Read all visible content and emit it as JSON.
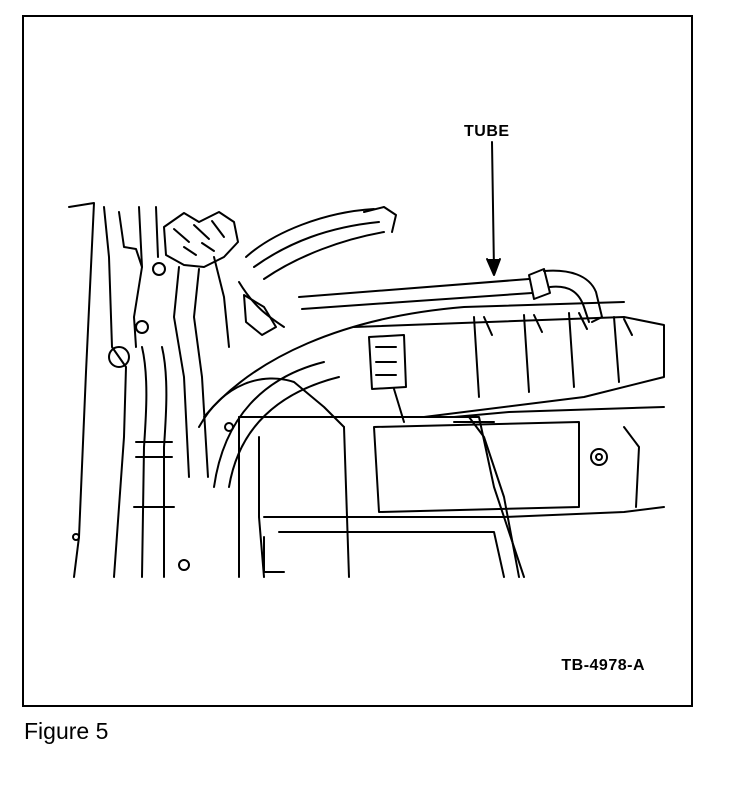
{
  "figure": {
    "callout_label": "TUBE",
    "drawing_code": "TB-4978-A",
    "caption": "Figure 5"
  }
}
